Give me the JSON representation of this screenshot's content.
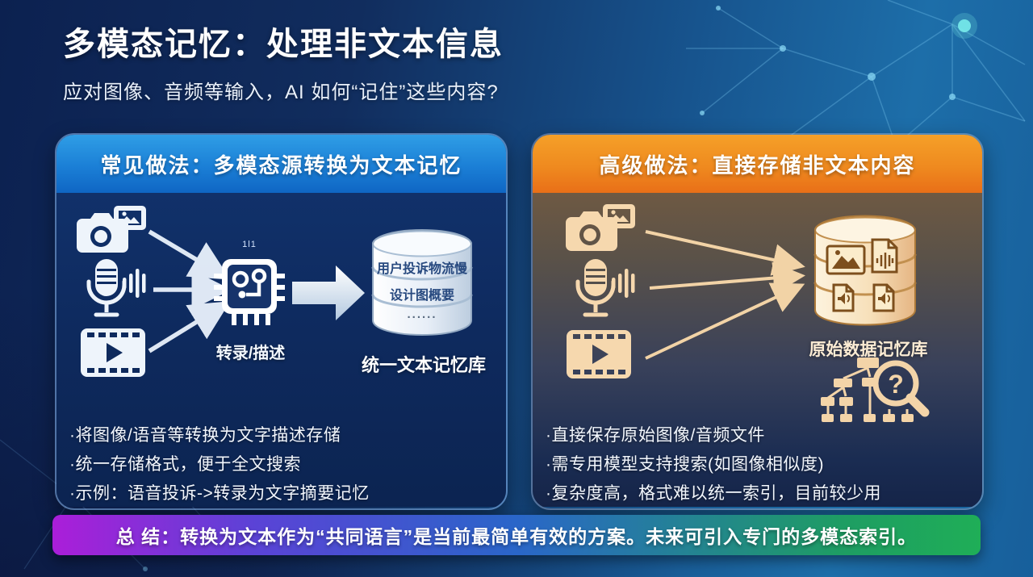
{
  "slide": {
    "title": "多模态记忆：处理非文本信息",
    "subtitle": "应对图像、音频等输入，AI 如何“记住”这些内容?"
  },
  "left_panel": {
    "header": "常见做法：多模态源转换为文本记忆",
    "chip_top_label": "1l1",
    "chip_label": "转录/描述",
    "db_rows": [
      "用户投诉物流慢",
      "设计图概要",
      "......"
    ],
    "db_caption": "统一文本记忆库",
    "bullets": [
      "·将图像/语音等转换为文字描述存储",
      "·统一存储格式，便于全文搜索",
      "·示例：语音投诉->转录为文字摘要记忆"
    ]
  },
  "right_panel": {
    "header": "高级做法：直接存储非文本内容",
    "db_caption": "原始数据记忆库",
    "bullets": [
      "·直接保存原始图像/音频文件",
      "·需专用模型支持搜索(如图像相似度)",
      "·复杂度高，格式难以统一索引，目前较少用"
    ]
  },
  "summary": {
    "text": "总 结：转换为文本作为“共同语言”是当前最简单有效的方案。未来可引入专门的多模态索引。"
  },
  "icons": [
    "camera-icon",
    "microphone-icon",
    "video-icon",
    "chip-icon",
    "block-arrow-icon",
    "database-icon",
    "file-image-icon",
    "file-audio-icon",
    "tree-search-icon",
    "network-pattern"
  ],
  "colors": {
    "background_dark": "#0c2150",
    "background_light": "#1d6ea9",
    "left_header": "#1b7fd6",
    "right_header": "#ef8a1f",
    "left_body": "#0e2a5e",
    "summary_purple": "#ab1ed9",
    "summary_blue": "#2a66c9",
    "summary_green": "#1fae57",
    "icon_white": "#eef4fb",
    "icon_cream": "#f6d8ae"
  }
}
